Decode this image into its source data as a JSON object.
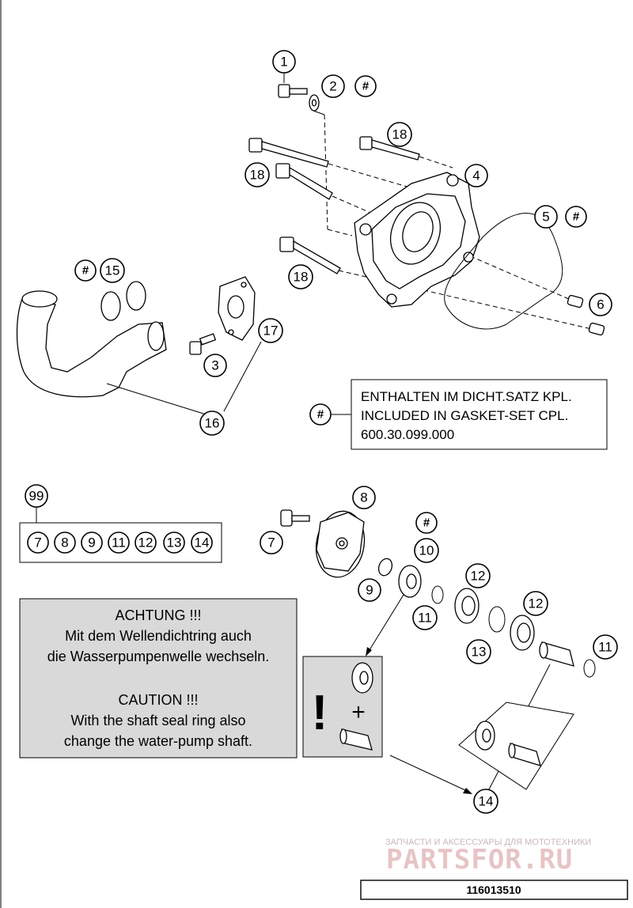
{
  "callouts": {
    "c1": "1",
    "c2": "2",
    "c3": "3",
    "c4": "4",
    "c5": "5",
    "c6": "6",
    "c7a": "7",
    "c8a": "8",
    "c9a": "9",
    "c10a": "10",
    "c11a": "11",
    "c11b": "11",
    "c12a": "12",
    "c12b": "12",
    "c13a": "13",
    "c14a": "14",
    "c15": "15",
    "c16": "16",
    "c17": "17",
    "c18a": "18",
    "c18b": "18",
    "c18c": "18",
    "c99": "99",
    "hash": "#"
  },
  "kit_members": [
    "7",
    "8",
    "9",
    "11",
    "12",
    "13",
    "14"
  ],
  "gasket_note": {
    "line1": "ENTHALTEN IM DICHT.SATZ KPL.",
    "line2": "INCLUDED IN GASKET-SET CPL.",
    "line3": "600.30.099.000"
  },
  "warning": {
    "de_title": "ACHTUNG !!!",
    "de_line1": "Mit dem Wellendichtring auch",
    "de_line2": "die Wasserpumpenwelle wechseln.",
    "en_title": "CAUTION !!!",
    "en_line1": "With the shaft seal ring also",
    "en_line2": "change the water-pump shaft."
  },
  "hint_box": {
    "exclaim": "!",
    "plus": "+"
  },
  "watermark": {
    "subtitle": "ЗАПЧАСТИ И АКСЕССУАРЫ ДЛЯ МОТОТЕХНИКИ",
    "brand": "PARTSFOR.RU"
  },
  "drawing_number": "116013510"
}
